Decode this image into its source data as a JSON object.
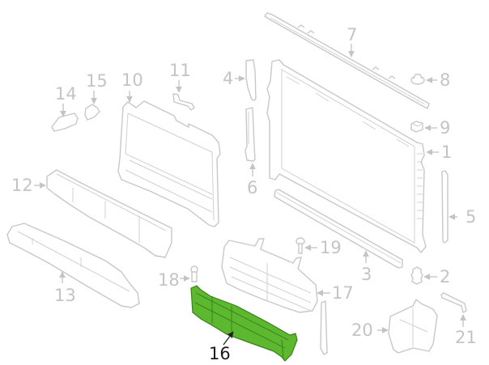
{
  "diagram": {
    "type": "exploded-parts-view",
    "highlight_color": "#5cb82e",
    "line_color": "#c8c8c8",
    "label_color": "#c4c4c4",
    "highlight_label_color": "#1a1a1a"
  },
  "callouts": [
    {
      "id": "1",
      "label": "1",
      "part": "radiator",
      "highlighted": false
    },
    {
      "id": "2",
      "label": "2",
      "part": "radiator-mount-bushing",
      "highlighted": false
    },
    {
      "id": "3",
      "label": "3",
      "part": "lower-seal-strip",
      "highlighted": false
    },
    {
      "id": "4",
      "label": "4",
      "part": "upper-side-air-deflector",
      "highlighted": false
    },
    {
      "id": "5",
      "label": "5",
      "part": "side-seal-strip",
      "highlighted": false
    },
    {
      "id": "6",
      "label": "6",
      "part": "lower-side-air-deflector",
      "highlighted": false
    },
    {
      "id": "7",
      "label": "7",
      "part": "upper-seal-strip",
      "highlighted": false
    },
    {
      "id": "8",
      "label": "8",
      "part": "nut",
      "highlighted": false
    },
    {
      "id": "9",
      "label": "9",
      "part": "clip",
      "highlighted": false
    },
    {
      "id": "10",
      "label": "10",
      "part": "air-guide-shroud",
      "highlighted": false
    },
    {
      "id": "11",
      "label": "11",
      "part": "bracket",
      "highlighted": false
    },
    {
      "id": "12",
      "label": "12",
      "part": "upper-air-duct",
      "highlighted": false
    },
    {
      "id": "13",
      "label": "13",
      "part": "lower-air-duct",
      "highlighted": false
    },
    {
      "id": "14",
      "label": "14",
      "part": "side-bracket",
      "highlighted": false
    },
    {
      "id": "15",
      "label": "15",
      "part": "retainer",
      "highlighted": false
    },
    {
      "id": "16",
      "label": "16",
      "part": "lower-air-deflector",
      "highlighted": true
    },
    {
      "id": "17",
      "label": "17",
      "part": "shutter-grille",
      "highlighted": false
    },
    {
      "id": "18",
      "label": "18",
      "part": "bolt",
      "highlighted": false
    },
    {
      "id": "19",
      "label": "19",
      "part": "screw",
      "highlighted": false
    },
    {
      "id": "20",
      "label": "20",
      "part": "side-air-guide",
      "highlighted": false
    },
    {
      "id": "21",
      "label": "21",
      "part": "holder",
      "highlighted": false
    }
  ]
}
